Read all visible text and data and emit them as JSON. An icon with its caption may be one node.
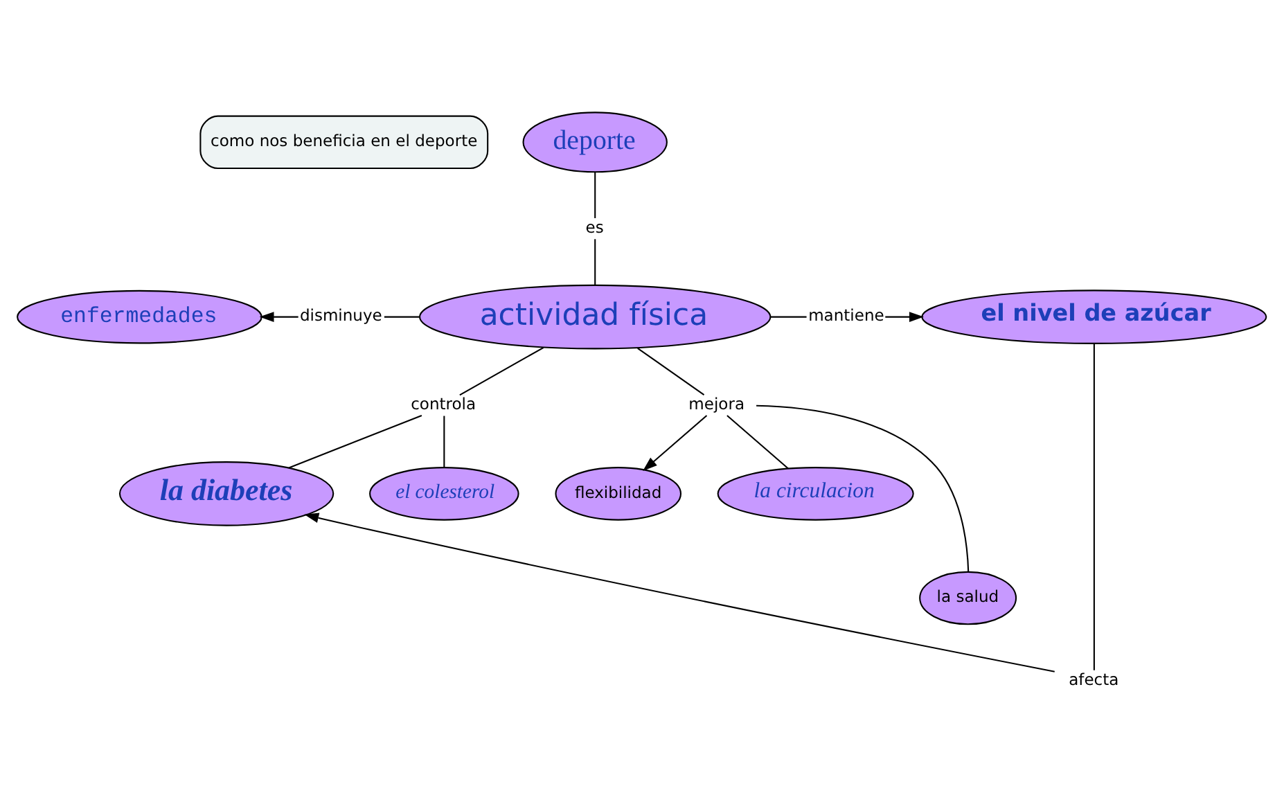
{
  "diagram": {
    "nodes": [
      {
        "text": [
          "como nos beneficia en el deporte"
        ]
      },
      {
        "text": [
          "deporte"
        ]
      },
      {
        "text": [
          "es"
        ]
      },
      {
        "text": [
          "enfermedades"
        ]
      },
      {
        "text": [
          "disminuye"
        ]
      },
      {
        "text": [
          "actividad física"
        ]
      },
      {
        "text": [
          "mantiene"
        ]
      },
      {
        "text": [
          "el nivel de azúcar"
        ]
      },
      {
        "text": [
          "controla"
        ]
      },
      {
        "text": [
          "mejora"
        ]
      },
      {
        "text": [
          "flexibilidad"
        ]
      },
      {
        "text": [
          "la circulacion"
        ]
      },
      {
        "text": [
          "la diabetes"
        ]
      },
      {
        "text": [
          "el colesterol"
        ]
      },
      {
        "text": [
          "la salud"
        ]
      },
      {
        "text": [
          "afecta"
        ]
      }
    ],
    "edges": [
      {
        "from": 1,
        "to": 2,
        "arrow": "none"
      },
      {
        "from": 2,
        "to": 5,
        "arrow": "none"
      },
      {
        "from": 5,
        "to": 4,
        "arrow": "none"
      },
      {
        "from": 4,
        "to": 3,
        "arrow": "to"
      },
      {
        "from": 5,
        "to": 6,
        "arrow": "none"
      },
      {
        "from": 6,
        "to": 7,
        "arrow": "to"
      },
      {
        "from": 5,
        "to": 8,
        "arrow": "none"
      },
      {
        "from": 8,
        "to": 12,
        "arrow": "none"
      },
      {
        "from": 8,
        "to": 13,
        "arrow": "none"
      },
      {
        "from": 5,
        "to": 9,
        "arrow": "none"
      },
      {
        "from": 9,
        "to": 11,
        "arrow": "none"
      },
      {
        "from": 9,
        "to": 14,
        "arrow": "none"
      },
      {
        "from": 9,
        "to": 10,
        "arrow": "to"
      },
      {
        "from": 7,
        "to": 15,
        "arrow": "none"
      },
      {
        "from": 15,
        "to": 12,
        "arrow": "to"
      }
    ]
  }
}
